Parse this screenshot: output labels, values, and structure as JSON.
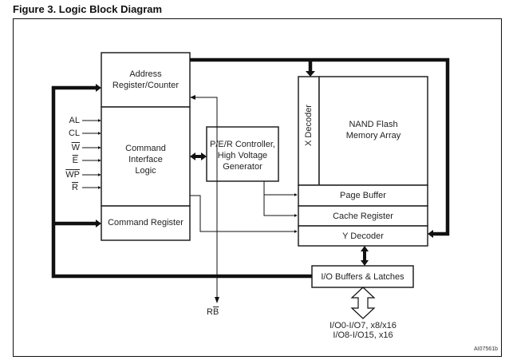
{
  "figure": {
    "title": "Figure 3. Logic Block Diagram",
    "reference_id": "AI07561b"
  },
  "blocks": {
    "address_register": [
      "Address",
      "Register/Counter"
    ],
    "command_interface": [
      "Command",
      "Interface",
      "Logic"
    ],
    "command_register": "Command Register",
    "per_controller": [
      "P/E/R Controller,",
      "High Voltage",
      "Generator"
    ],
    "x_decoder": "X Decoder",
    "memory_array": [
      "NAND Flash",
      "Memory Array"
    ],
    "page_buffer": "Page Buffer",
    "cache_register": "Cache Register",
    "y_decoder": "Y Decoder",
    "io_buffers": "I/O Buffers & Latches"
  },
  "signals": {
    "inputs": [
      {
        "name": "AL",
        "active_low": false
      },
      {
        "name": "CL",
        "active_low": false
      },
      {
        "name": "W",
        "active_low": true
      },
      {
        "name": "E",
        "active_low": true
      },
      {
        "name": "WP",
        "active_low": true
      },
      {
        "name": "R",
        "active_low": true
      }
    ],
    "rb_prefix": "R",
    "rb_suffix": "B",
    "io_line1": "I/O0-I/O7, x8/x16",
    "io_line2": "I/O8-I/O15, x16"
  },
  "colors": {
    "line": "#111111",
    "box_border": "#222222",
    "background": "#ffffff"
  }
}
